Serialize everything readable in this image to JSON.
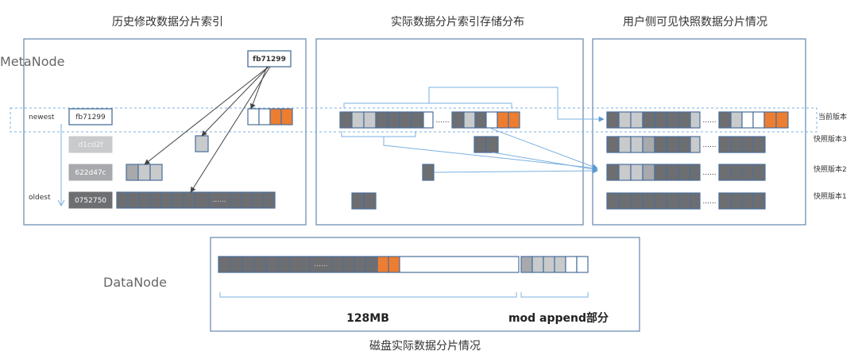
{
  "titles": {
    "history_index": "历史修改数据分片索引",
    "storage_dist": "实际数据分片索引存储分布",
    "user_view": "用户侧可见快照数据分片情况",
    "disk_actual": "磁盘实际数据分片情况"
  },
  "nodes": {
    "meta": "MetaNode",
    "data": "DataNode"
  },
  "row_labels": {
    "newest": "newest",
    "oldest": "oldest"
  },
  "versions": {
    "fb": "fb71299",
    "fb_top": "fb71299",
    "v2": "d1cd2f",
    "v3": "622d47c",
    "v4": "0752750"
  },
  "snapshot_labels": {
    "current": "当前版本",
    "snap3": "快照版本3",
    "snap2": "快照版本2",
    "snap1": "快照版本1"
  },
  "ellipsis": "......",
  "disk": {
    "size_label": "128MB",
    "append_label": "mod append部分"
  },
  "colors": {
    "dark": "#6d6e71",
    "light": "#c8cacc",
    "orange": "#ed7d31",
    "border": "#4a6f9a",
    "frame": "#6e8fb5",
    "arrow": "#7ab1e0"
  }
}
